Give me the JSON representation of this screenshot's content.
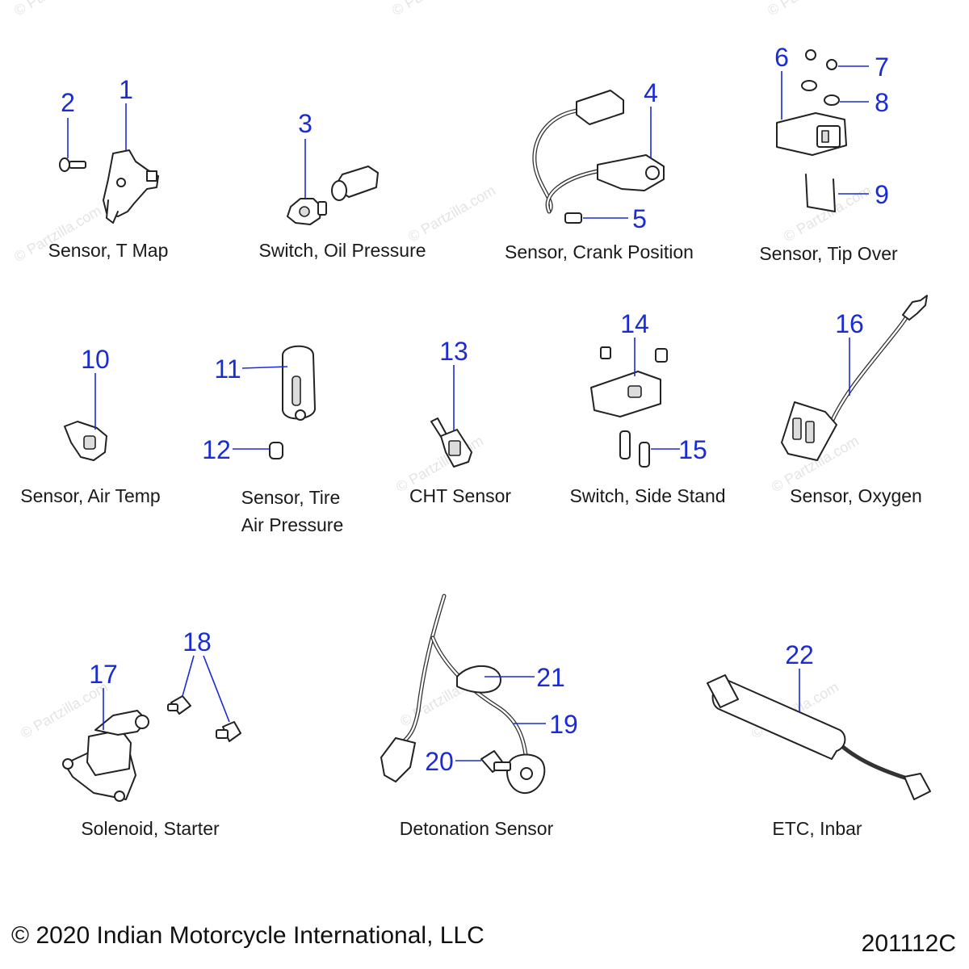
{
  "watermark": "© Partzilla.com",
  "captions": {
    "t_map": "Sensor, T Map",
    "oil_pressure": "Switch, Oil Pressure",
    "crank_position": "Sensor, Crank Position",
    "tip_over": "Sensor, Tip Over",
    "air_temp": "Sensor, Air Temp",
    "tire_pressure_1": "Sensor, Tire",
    "tire_pressure_2": "Air Pressure",
    "cht": "CHT Sensor",
    "side_stand": "Switch, Side Stand",
    "oxygen": "Sensor, Oxygen",
    "solenoid": "Solenoid, Starter",
    "detonation": "Detonation Sensor",
    "etc": "ETC, Inbar"
  },
  "callouts": {
    "n1": "1",
    "n2": "2",
    "n3": "3",
    "n4": "4",
    "n5": "5",
    "n6": "6",
    "n7": "7",
    "n8": "8",
    "n9": "9",
    "n10": "10",
    "n11": "11",
    "n12": "12",
    "n13": "13",
    "n14": "14",
    "n15": "15",
    "n16": "16",
    "n17": "17",
    "n18": "18",
    "n19": "19",
    "n20": "20",
    "n21": "21",
    "n22": "22"
  },
  "footer": {
    "copyright": "© 2020 Indian Motorcycle International, LLC",
    "diagram_code": "201112C"
  },
  "colors": {
    "callout": "#1a2cd6",
    "text": "#1a1a1a"
  }
}
